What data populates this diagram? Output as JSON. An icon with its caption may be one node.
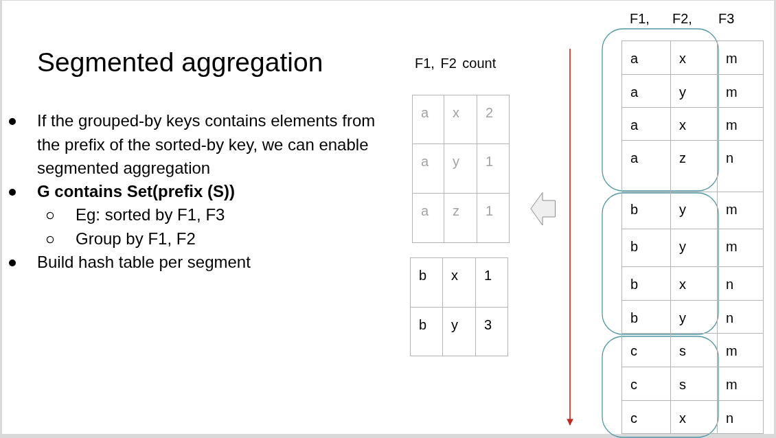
{
  "diagram": {
    "title": "Segmented aggregation",
    "labels": [
      "If the grouped-by keys contains elements from the prefix of the sorted-by key, we can enable segmented aggregation",
      "G contains Set(prefix (S))",
      "Eg: sorted by F1, F3",
      "Group by F1, F2",
      "Build hash table per segment",
      "F1, F2 count",
      "a",
      "x",
      "2",
      "a",
      "y",
      "1",
      "a",
      "z",
      "1",
      "b",
      "x",
      "1",
      "b",
      "y",
      "3",
      "F1,",
      "F2,",
      "F3",
      "a",
      "x",
      "m",
      "a",
      "y",
      "m",
      "a",
      "x",
      "m",
      "a",
      "z",
      "n",
      "b",
      "y",
      "m",
      "b",
      "y",
      "m",
      "b",
      "x",
      "n",
      "b",
      "y",
      "n",
      "c",
      "s",
      "m",
      "c",
      "s",
      "m",
      "c",
      "x",
      "n"
    ]
  }
}
